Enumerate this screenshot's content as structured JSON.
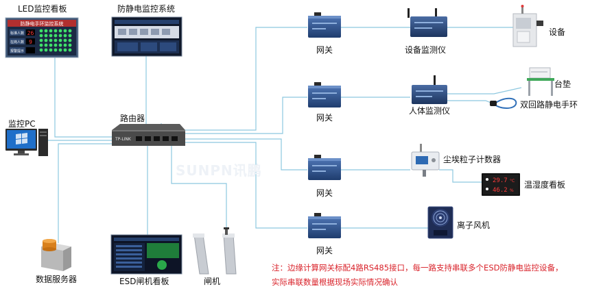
{
  "labels": {
    "led_board": "LED监控看板",
    "esd_system": "防静电监控系统",
    "monitor_pc": "监控PC",
    "router": "路由器",
    "data_server": "数据服务器",
    "esd_gate_board": "ESD闸机看板",
    "gate": "闸机",
    "gateway": "网关",
    "device_monitor": "设备监测仪",
    "equipment": "设备",
    "body_monitor": "人体监测仪",
    "mat": "台垫",
    "wrist_strap": "双回路静电手环",
    "dust_counter": "尘埃粒子计数器",
    "temp_humidity_board": "温湿度看板",
    "ion_fan": "离子风机"
  },
  "led_panel": {
    "title": "防静电手环监控系统",
    "row1_label": "标准人数",
    "row1_value": "26",
    "row2_label": "在岗人数",
    "row2_value": "9",
    "row3_label": "报警提示"
  },
  "router_brand": "TP-LINK",
  "th_display": {
    "temp": "29.7",
    "temp_unit": "°C",
    "hum": "46.2",
    "hum_unit": "%"
  },
  "watermark": "SUNPN讯鹏",
  "note": {
    "line1": "注：边缘计算网关标配4路RS485接口，每一路支持串联多个ESD防静电监控设备，",
    "line2": "实际串联数量根据现场实际情况确认"
  },
  "colors": {
    "line": "#8cc7df",
    "gateway": "#2c4f8a",
    "device": "#2b4a7e",
    "note": "#d9222a"
  }
}
